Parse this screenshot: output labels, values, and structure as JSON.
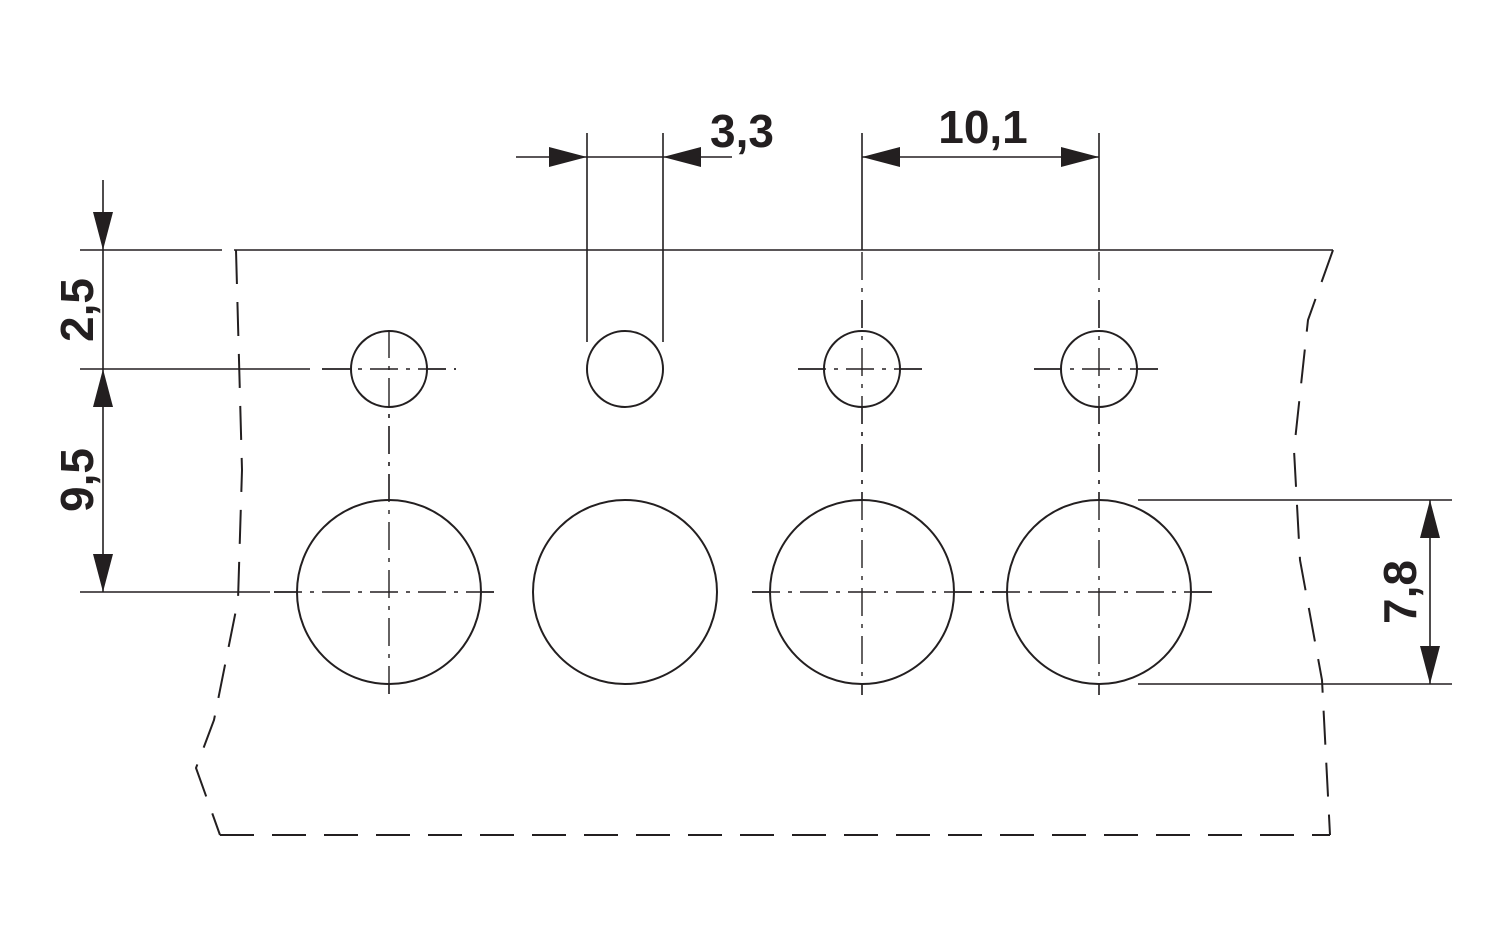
{
  "drawing": {
    "dimensions": {
      "hole_small_diameter": "3,3",
      "pitch": "10,1",
      "edge_to_small_hole": "2,5",
      "small_to_large_hole": "9,5",
      "large_hole_diameter": "7,8"
    }
  }
}
